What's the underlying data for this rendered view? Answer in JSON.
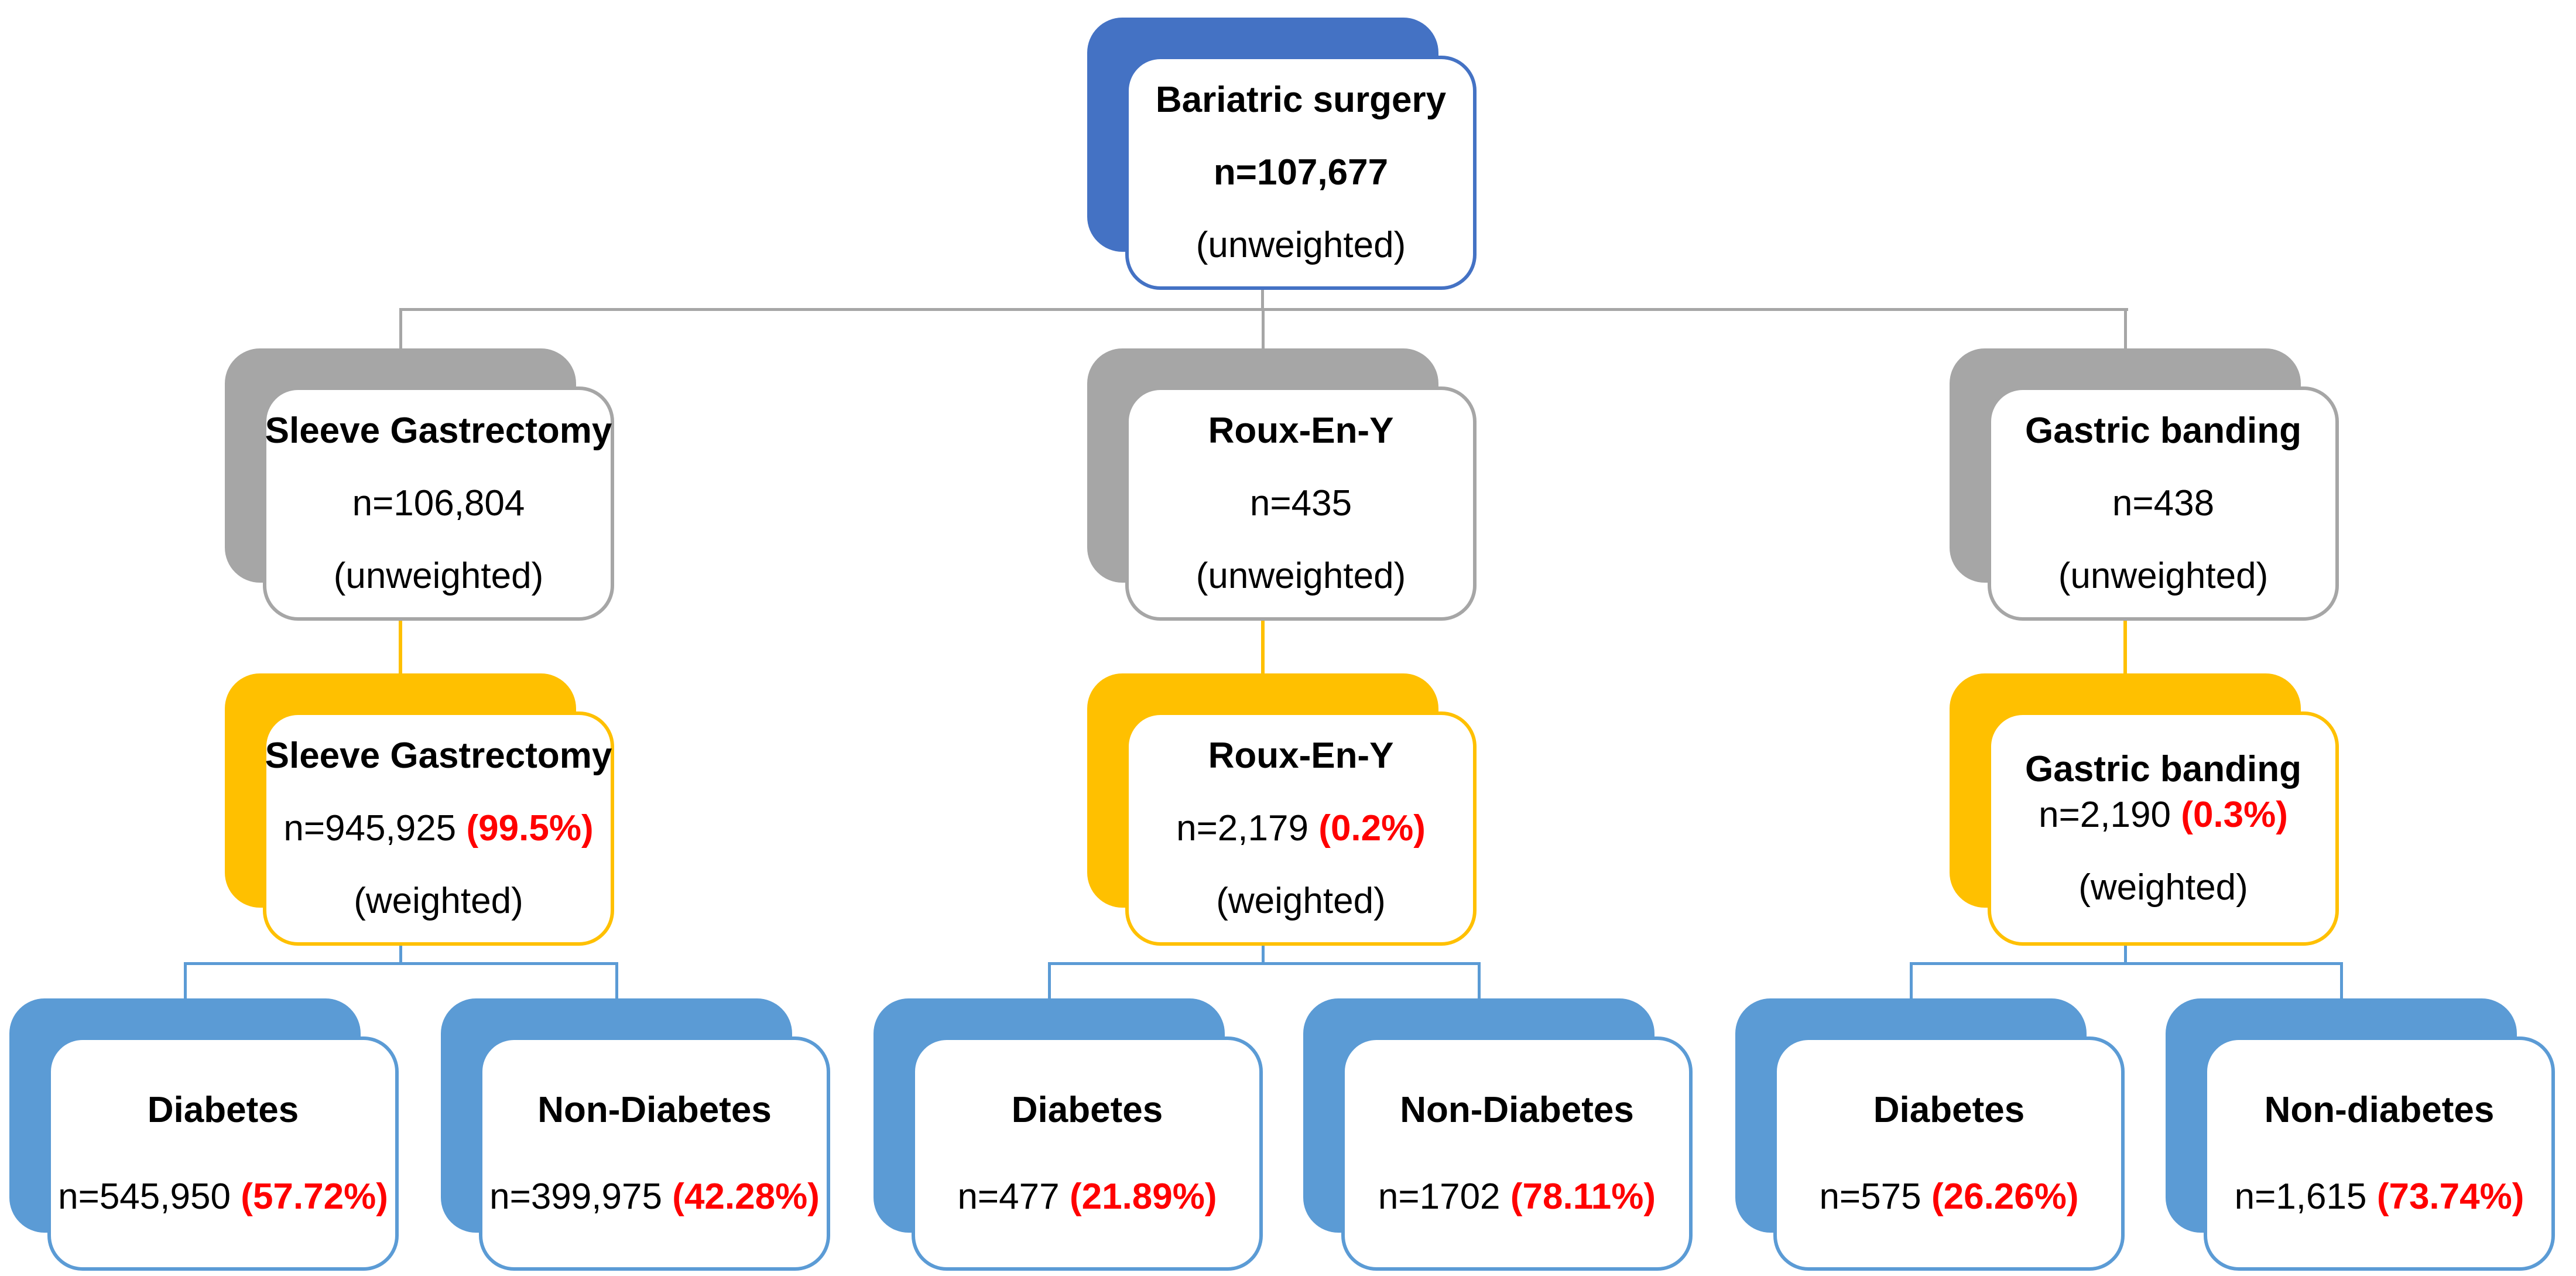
{
  "diagram": {
    "root": {
      "title": "Bariatric surgery",
      "n": "n=107,677",
      "note": "(unweighted)"
    },
    "columns": [
      {
        "unweighted": {
          "title": "Sleeve Gastrectomy",
          "n": "n=106,804",
          "note": "(unweighted)"
        },
        "weighted": {
          "title": "Sleeve Gastrectomy",
          "n": "n=945,925",
          "pct": "(99.5%)",
          "note": "(weighted)"
        },
        "children": [
          {
            "title": "Diabetes",
            "n": "n=545,950",
            "pct": "(57.72%)"
          },
          {
            "title": "Non-Diabetes",
            "n": "n=399,975",
            "pct": "(42.28%)"
          }
        ]
      },
      {
        "unweighted": {
          "title": "Roux-En-Y",
          "n": "n=435",
          "note": "(unweighted)"
        },
        "weighted": {
          "title": "Roux-En-Y",
          "n": "n=2,179",
          "pct": "(0.2%)",
          "note": "(weighted)"
        },
        "children": [
          {
            "title": "Diabetes",
            "n": "n=477",
            "pct": "(21.89%)"
          },
          {
            "title": "Non-Diabetes",
            "n": "n=1702",
            "pct": "(78.11%)"
          }
        ]
      },
      {
        "unweighted": {
          "title": "Gastric banding",
          "n": "n=438",
          "note": "(unweighted)"
        },
        "weighted": {
          "title": "Gastric banding",
          "n": "n=2,190",
          "pct": "(0.3%)",
          "note": "(weighted)"
        },
        "children": [
          {
            "title": "Diabetes",
            "n": "n=575",
            "pct": "(26.26%)"
          },
          {
            "title": "Non-diabetes",
            "n": "n=1,615",
            "pct": "(73.74%)"
          }
        ]
      }
    ],
    "colors": {
      "root_blue": "#4472C4",
      "gray": "#A6A6A6",
      "gold": "#FFC000",
      "light_blue": "#5B9BD5",
      "percent_red": "#FF0000"
    }
  }
}
